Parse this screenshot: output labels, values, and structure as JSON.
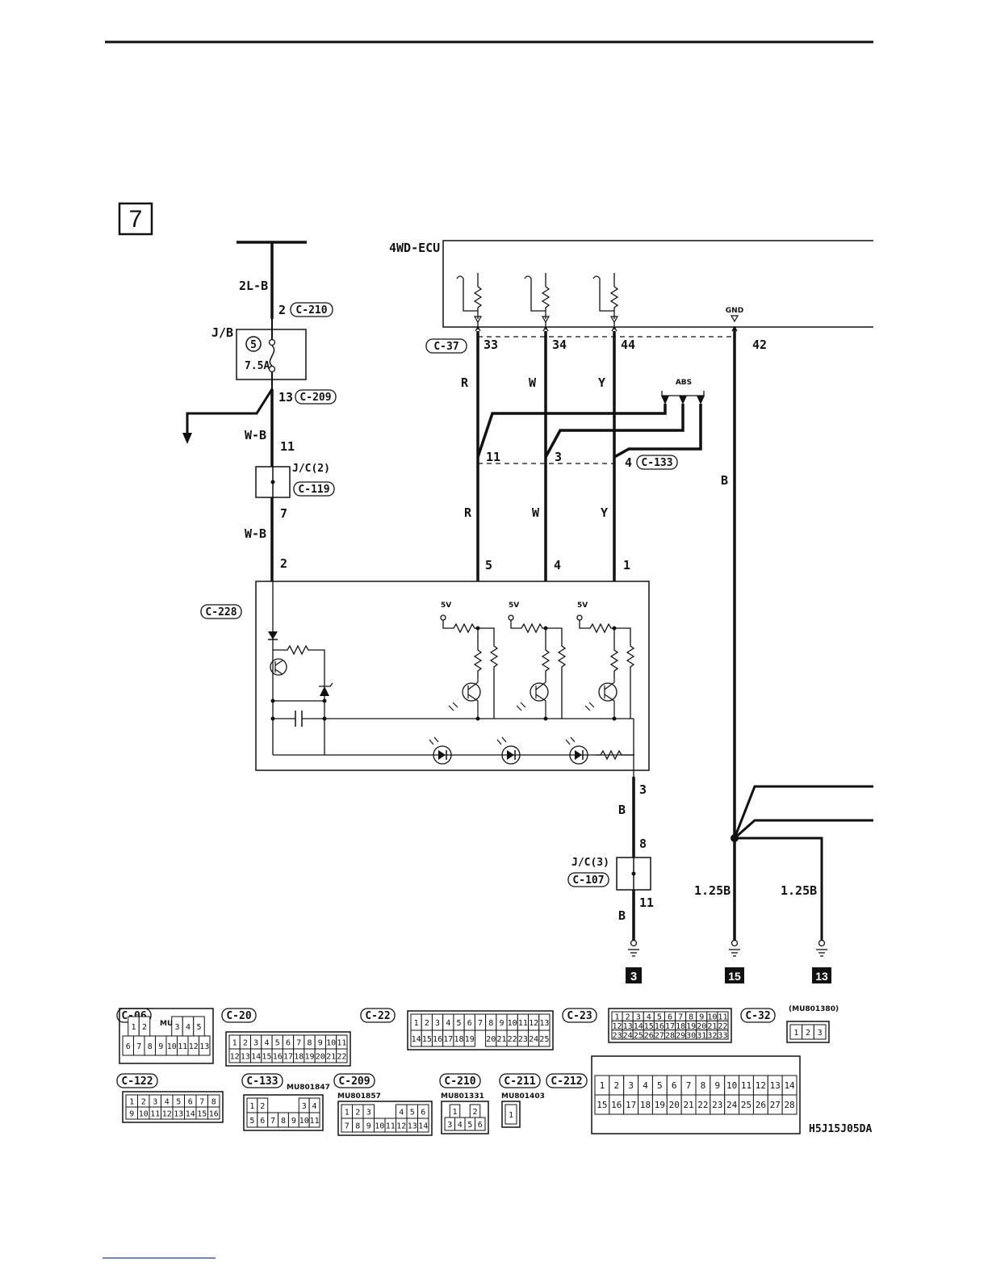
{
  "page": {
    "number": "7"
  },
  "ecu": {
    "title": "4WD-ECU",
    "gnd_label": "GND",
    "gnd_pin": "42"
  },
  "left_circuit": {
    "top_wire": "2L-B",
    "pin_in": "2",
    "conn_top": "C-210",
    "jb_label": "J/B",
    "fuse_no": "5",
    "fuse_amp": "7.5A",
    "pin_out": "13",
    "conn_jb_out": "C-209",
    "wire1": "W-B",
    "jc2_pin_in": "11",
    "jc2_label": "J/C(2)",
    "jc2_conn": "C-119",
    "jc2_pin_out": "7",
    "wire2": "W-B",
    "sensor_pin": "2",
    "sensor_conn": "C-228"
  },
  "signal_lines": [
    {
      "ecu_pin": "33",
      "color_top": "R",
      "junction_pin": "11",
      "color_bottom": "R",
      "sensor_pin": "5"
    },
    {
      "ecu_pin": "34",
      "color_top": "W",
      "junction_pin": "3",
      "color_bottom": "W",
      "sensor_pin": "4"
    },
    {
      "ecu_pin": "44",
      "color_top": "Y",
      "junction_pin": "4",
      "color_bottom": "Y",
      "sensor_pin": "1"
    }
  ],
  "ecu_conn": "C-37",
  "abs_label": "ABS",
  "junction_conn": "C-133",
  "supply_voltage": "5V",
  "ground_circuit": {
    "sensor_pin": "3",
    "wire1": "B",
    "jc3_pin_in": "8",
    "jc3_label": "J/C(3)",
    "jc3_conn": "C-107",
    "jc3_pin_out": "11",
    "wire2": "B",
    "ground_ref": "3"
  },
  "gnd_branch": {
    "wire": "B",
    "wire_a": "1.25B",
    "wire_b": "1.25B",
    "ground_ref_a": "15",
    "ground_ref_b": "13"
  },
  "connectors": [
    {
      "id": "C-06",
      "part": "MU801855"
    },
    {
      "id": "C-20",
      "part": ""
    },
    {
      "id": "C-22",
      "part": ""
    },
    {
      "id": "C-23",
      "part": ""
    },
    {
      "id": "C-32",
      "part": "(MU801380)"
    },
    {
      "id": "C-122",
      "part": ""
    },
    {
      "id": "C-133",
      "part": "MU801847"
    },
    {
      "id": "C-209",
      "part": "MU801857"
    },
    {
      "id": "C-210",
      "part": "MU801331"
    },
    {
      "id": "C-211",
      "part": "MU801403"
    },
    {
      "id": "C-212",
      "part": ""
    }
  ],
  "figure_code": "H5J15J05DA"
}
